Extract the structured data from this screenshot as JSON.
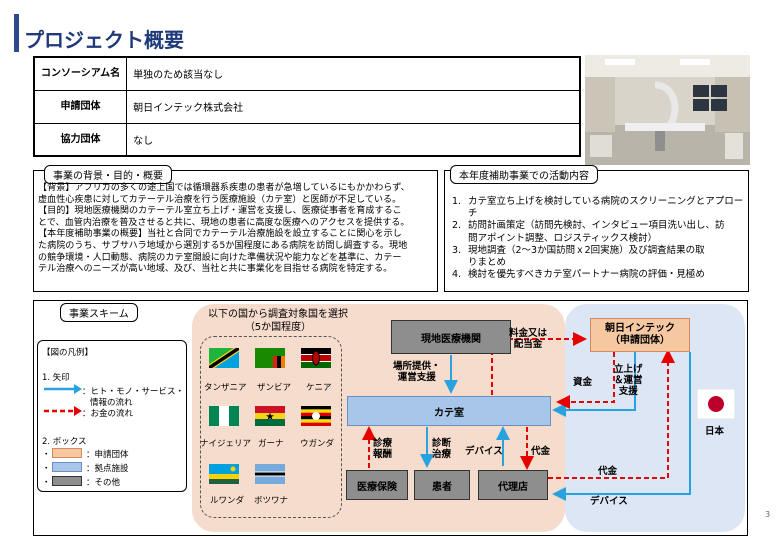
{
  "title": "プロジェクト概要",
  "info_table": [
    {
      "label": "コンソーシアム名",
      "value": "単独のため該当なし"
    },
    {
      "label": "申請団体",
      "value": "朝日インテック株式会社"
    },
    {
      "label": "協力団体",
      "value": "なし"
    }
  ],
  "background_section": {
    "heading": "事業の背景・目的・概要",
    "lines": [
      "【背景】アフリカの多くの途上国では循環器系疾患の患者が急増しているにもかかわらず、",
      "虚血性心疾患に対してカテーテル治療を行う医療施設（カテ室）と医師が不足している。",
      "【目的】現地医療機関のカテーテル室立ち上げ・運営を支援し、医療従事者を育成するこ",
      "とで、血管内治療を普及させると共に、現地の患者に高度な医療へのアクセスを提供する。",
      "【本年度補助事業の概要】当社と合同でカテーテル治療施設を設立することに関心を示し",
      "た病院のうち、サブサハラ地域から選別する5か国程度にある病院を訪問し調査する。現地",
      "の競争環境・人口動態、病院のカテ室開設に向けた準備状況や能力などを基準に、カテー",
      "テル治療へのニーズが高い地域、及び、当社と共に事業化を目指せる病院を特定する。"
    ]
  },
  "activity_section": {
    "heading": "本年度補助事業での活動内容",
    "items": [
      {
        "num": "1.",
        "lines": [
          "カテ室立ち上げを検討している病院のスクリーニングとアプローチ"
        ]
      },
      {
        "num": "2.",
        "lines": [
          "訪問計画策定（訪問先検討、インタビュー項目洗い出し、訪",
          "問アポイント調整、ロジスティックス検討）"
        ]
      },
      {
        "num": "3.",
        "lines": [
          "現地調査（2～3か国訪問ｘ2回実施）及び調査結果の取",
          "りまとめ"
        ]
      },
      {
        "num": "4.",
        "lines": [
          "検討を優先すべきカテ室パートナー病院の評価・見極め"
        ]
      }
    ]
  },
  "scheme": {
    "heading": "事業スキーム",
    "legend": {
      "title": "【図の凡例】",
      "arrows_heading": "1.  矢印",
      "arrow_blue_label_1": "：ヒト・モノ・サービス・",
      "arrow_blue_label_2": "情報の流れ",
      "arrow_red_label": "：お金の流れ",
      "boxes_heading": "2.  ボックス",
      "box_orange_label": "：申請団体",
      "box_blue_label": "：拠点施設",
      "box_gray_label": "：その他",
      "colors": {
        "arrow_blue": "#29a3df",
        "arrow_red": "#e60000",
        "box_orange": "#f6c8a2",
        "box_blue": "#a7c6ea",
        "box_gray": "#8e8e8e"
      }
    },
    "countries_title_1": "以下の国から調査対象国を選択",
    "countries_title_2": "（5か国程度）",
    "countries": [
      {
        "name": "タンザニア",
        "flag": "tanzania"
      },
      {
        "name": "ザンビア",
        "flag": "zambia"
      },
      {
        "name": "ケニア",
        "flag": "kenya"
      },
      {
        "name": "ナイジェリア",
        "flag": "nigeria"
      },
      {
        "name": "ガーナ",
        "flag": "ghana"
      },
      {
        "name": "ウガンダ",
        "flag": "uganda"
      },
      {
        "name": "ルワンダ",
        "flag": "rwanda"
      },
      {
        "name": "ボツワナ",
        "flag": "botswana"
      }
    ],
    "nodes": {
      "local_med": "現地医療機関",
      "asahi_1": "朝日インテック",
      "asahi_2": "（申請団体）",
      "cath_lab": "カテ室",
      "insurance": "医療保険",
      "patient": "患者",
      "agency": "代理店"
    },
    "labels": {
      "place_1": "場所提供・",
      "place_2": "運営支援",
      "fee_1": "料金又は",
      "fee_2": "配当金",
      "capital": "資金",
      "setup_1": "立上げ",
      "setup_2": "＆運営",
      "setup_3": "支援",
      "reward_1": "診療",
      "reward_2": "報酬",
      "diagnosis_1": "診断",
      "diagnosis_2": "治療",
      "device": "デバイス",
      "price": "代金",
      "price_bottom": "代金",
      "device_bottom": "デバイス",
      "japan": "日本"
    }
  },
  "page_number": "3"
}
